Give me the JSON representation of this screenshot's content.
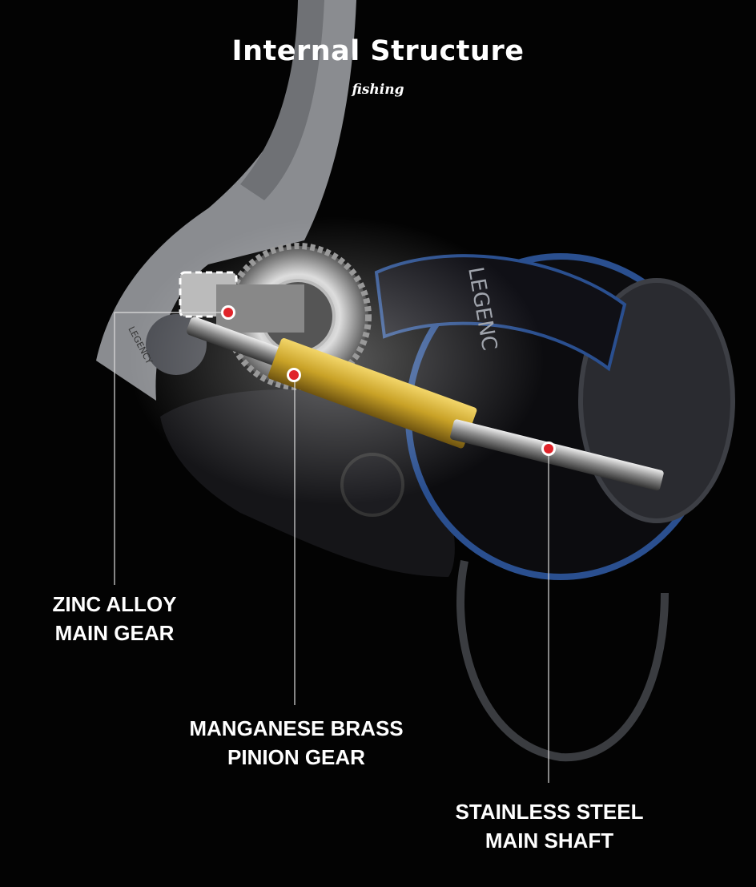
{
  "header": {
    "title": "Internal Structure",
    "subtitle": "fishing"
  },
  "product": {
    "brand_side": "LEGENCY",
    "brand_spool": "LEGENC"
  },
  "callouts": [
    {
      "line1": "ZINC ALLOY",
      "line2": "MAIN GEAR"
    },
    {
      "line1": "MANGANESE  BRASS",
      "line2": "PINION GEAR"
    },
    {
      "line1": "STAINLESS STEEL",
      "line2": "MAIN SHAFT"
    }
  ],
  "colors": {
    "background": "#030303",
    "brass": "#c9a227",
    "spool_ring": "#2a4f8f",
    "marker": "#e0242a"
  }
}
